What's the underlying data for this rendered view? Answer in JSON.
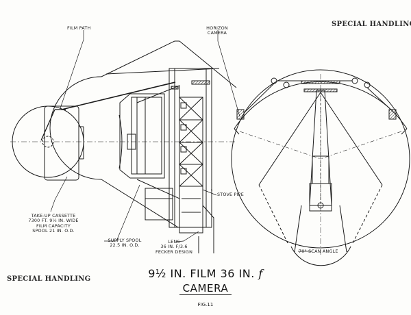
{
  "stamps": {
    "top_right": "SPECIAL HANDLING",
    "bottom_left": "SPECIAL HANDLING"
  },
  "labels": {
    "film_path": "FILM PATH",
    "horizon_camera_1": "HORIZON",
    "horizon_camera_2": "CAMERA",
    "stove_pipe": "STOVE PIPE",
    "take_up_1": "TAKE-UP CASSETTE",
    "take_up_2": "7300 FT. 9½ IN. WIDE",
    "take_up_3": "FILM CAPACITY",
    "take_up_4": "SPOOL 21 IN. O.D.",
    "supply_1": "SUPPLY SPOOL",
    "supply_2": "22.5 IN. O.D.",
    "lens_1": "LENS",
    "lens_2": "36 IN. f/3.6",
    "lens_3": "FECKER DESIGN",
    "scan_angle": "70° SCAN ANGLE"
  },
  "title": {
    "line1_text": "9½ IN. FILM 36 IN.",
    "line1_symbol": "f",
    "line2": "CAMERA",
    "figure": "FIG.11"
  },
  "colors": {
    "ink": "#1a1a1a",
    "paper": "#fdfdfb"
  }
}
